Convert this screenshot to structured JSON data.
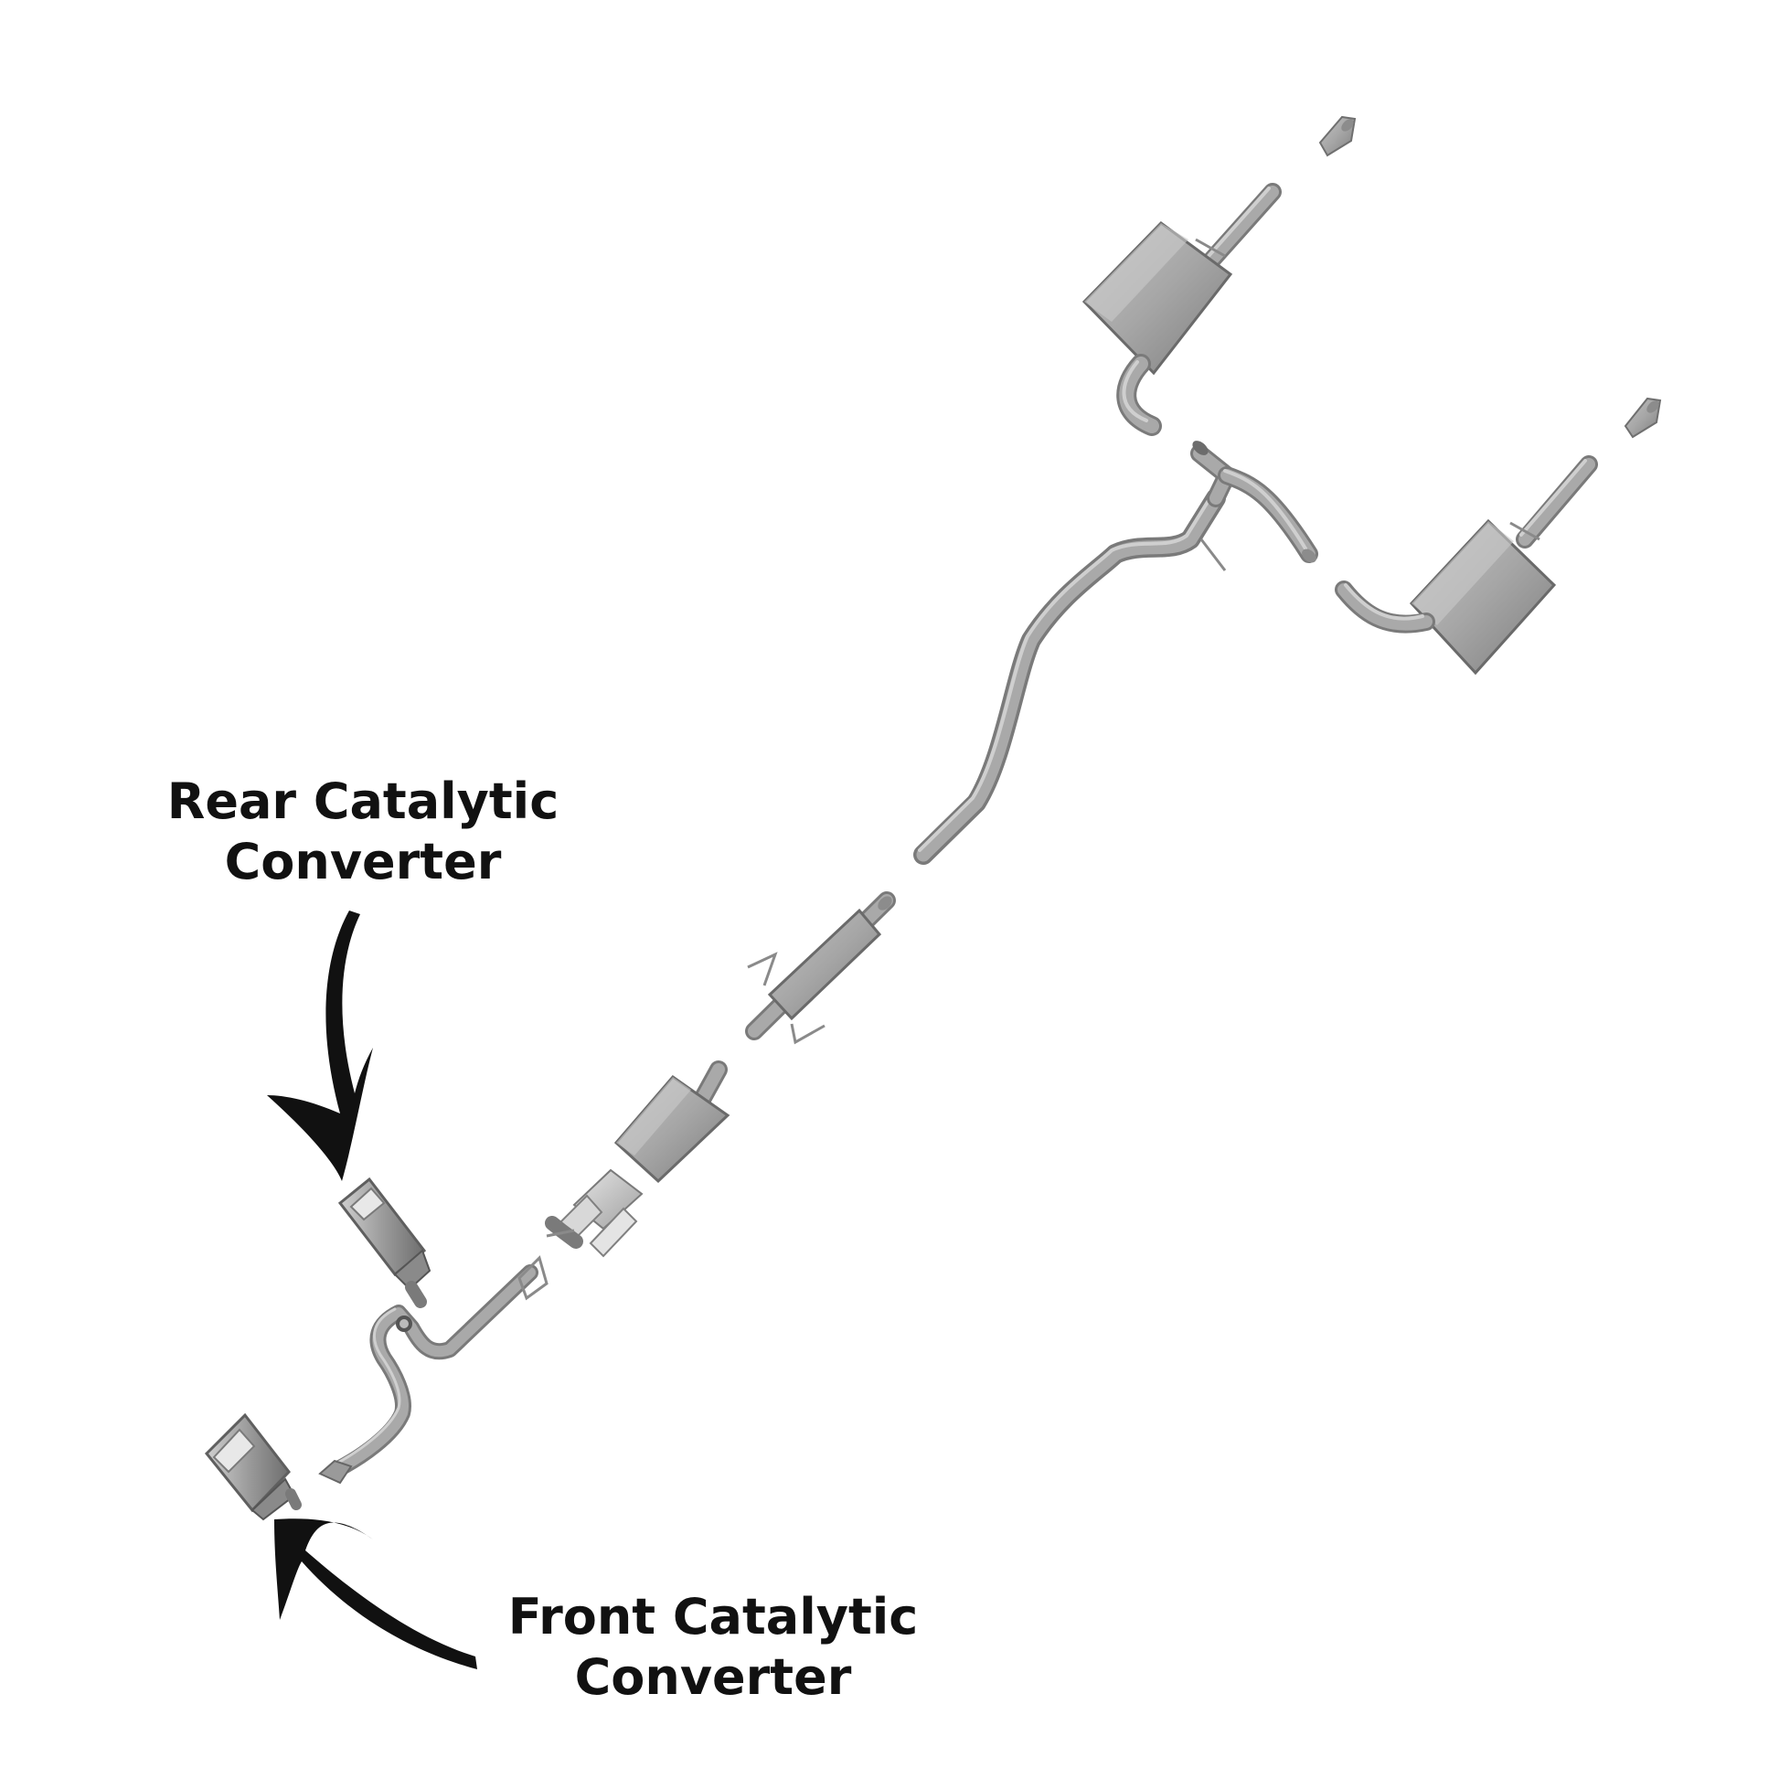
{
  "labels": {
    "rear_cat_line1": "Rear Catalytic",
    "rear_cat_line2": "Converter",
    "front_cat_line1": "Front Catalytic",
    "front_cat_line2": "Converter"
  },
  "colors": {
    "part_fill": "#a8a8a8",
    "part_dark": "#7c7c7c",
    "part_light": "#d2d2d2",
    "arrow": "#111111",
    "text": "#111111",
    "background": "#ffffff"
  },
  "icons": {
    "arrow_rear": "curved-arrow-down-icon",
    "arrow_front": "curved-arrow-up-icon"
  }
}
